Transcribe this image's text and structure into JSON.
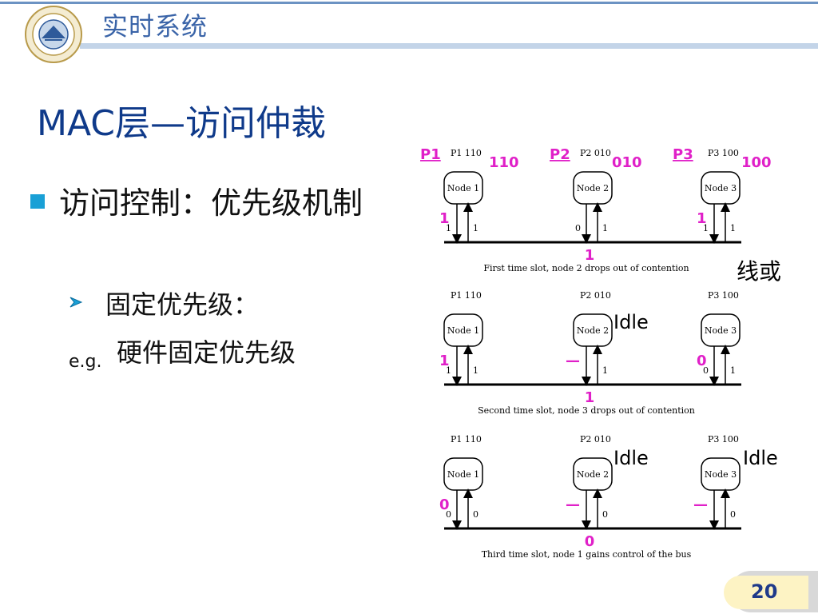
{
  "header": {
    "title": "实时系统"
  },
  "slide": {
    "title": "MAC层—访问仲裁",
    "bullet1": "访问控制：优先级机制",
    "bullet2": "固定优先级：",
    "eg_label": "e.g.",
    "eg_text": "硬件固定优先级"
  },
  "diagram": {
    "labels": {
      "p1": "P1",
      "p2": "P2",
      "p3": "P3",
      "p1_bits": "110",
      "p2_bits": "010",
      "p3_bits": "100",
      "wired_or": "线或",
      "idle": "Idle"
    },
    "nodes": [
      "Node 1",
      "Node 2",
      "Node 3"
    ],
    "node_priorities": [
      "P1 110",
      "P2 010",
      "P3 100"
    ],
    "slots": [
      {
        "caption": "First time slot, node 2 drops out of contention",
        "sent": [
          "1",
          "0",
          "1"
        ],
        "heard": [
          "1",
          "1",
          "1"
        ],
        "bus": "1",
        "marks": [
          "1",
          "",
          "1"
        ]
      },
      {
        "caption": "Second time slot, node 3 drops out of contention",
        "sent": [
          "1",
          "",
          "0"
        ],
        "heard": [
          "1",
          "1",
          "1"
        ],
        "bus": "1",
        "marks": [
          "1",
          "—",
          "0"
        ]
      },
      {
        "caption": "Third time slot, node 1 gains control of the bus",
        "sent": [
          "0",
          "",
          ""
        ],
        "heard": [
          "0",
          "0",
          "0"
        ],
        "bus": "0",
        "marks": [
          "0",
          "—",
          "—"
        ]
      }
    ]
  },
  "footer": {
    "page": "20"
  },
  "colors": {
    "accent": "#e020c8",
    "title": "#0f3a8a",
    "header": "#3a64a8",
    "bullet": "#1aa0d6"
  }
}
